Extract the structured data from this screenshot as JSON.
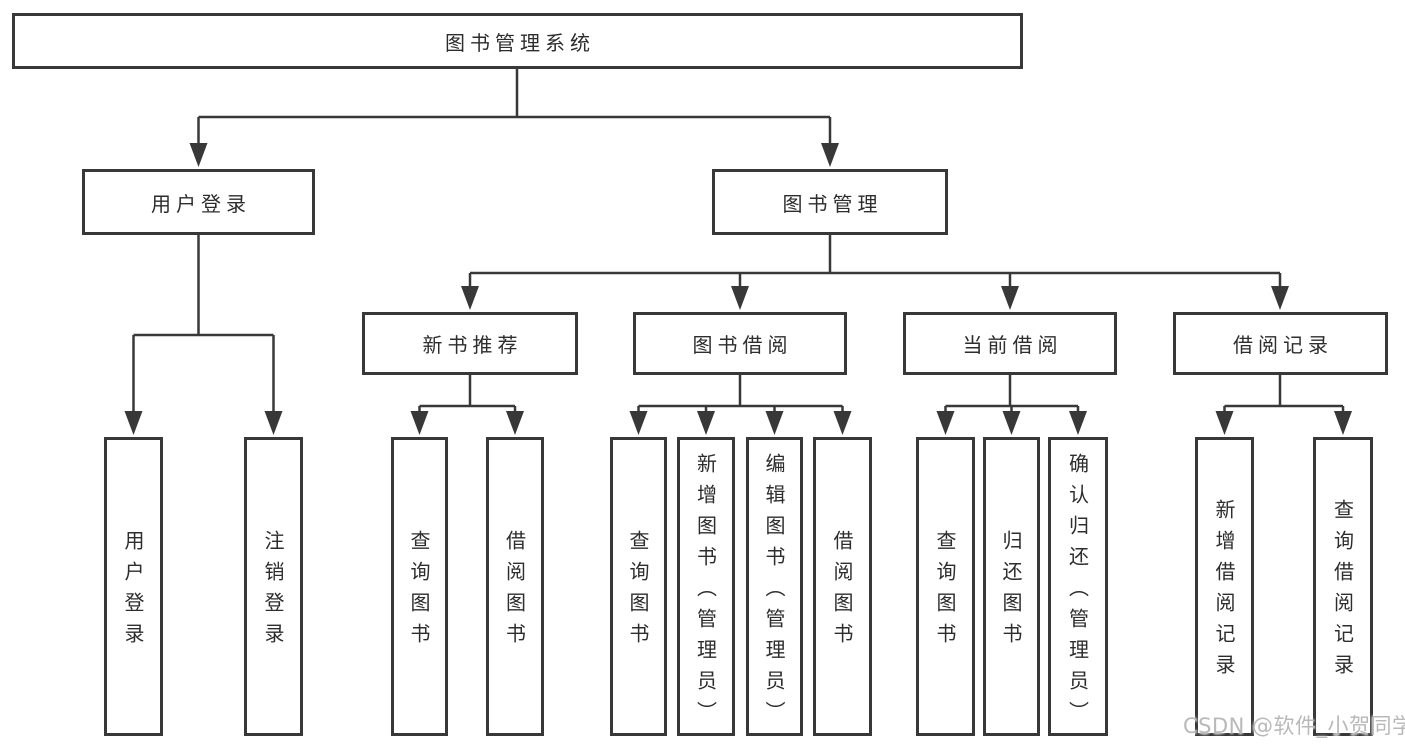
{
  "diagram": {
    "title": "图书管理系统",
    "level2": [
      {
        "label": "用户登录"
      },
      {
        "label": "图书管理"
      }
    ],
    "level3": [
      {
        "label": "新书推荐"
      },
      {
        "label": "图书借阅"
      },
      {
        "label": "当前借阅"
      },
      {
        "label": "借阅记录"
      }
    ],
    "leaves": {
      "user_login": [
        "用户登录",
        "注销登录"
      ],
      "new_book_recommend": [
        "查询图书",
        "借阅图书"
      ],
      "book_borrow": [
        "查询图书",
        "新增图书（管理员）",
        "编辑图书（管理员）",
        "借阅图书"
      ],
      "current_borrow": [
        "查询图书",
        "归还图书",
        "确认归还（管理员）"
      ],
      "borrow_records": [
        "新增借阅记录",
        "查询借阅记录"
      ]
    },
    "watermark": "CSDN @软件_小贺同学",
    "colors": {
      "line": "#383838",
      "text": "#2d2d2d",
      "watermark": "#b9b9b9",
      "background": "#ffffff"
    }
  }
}
